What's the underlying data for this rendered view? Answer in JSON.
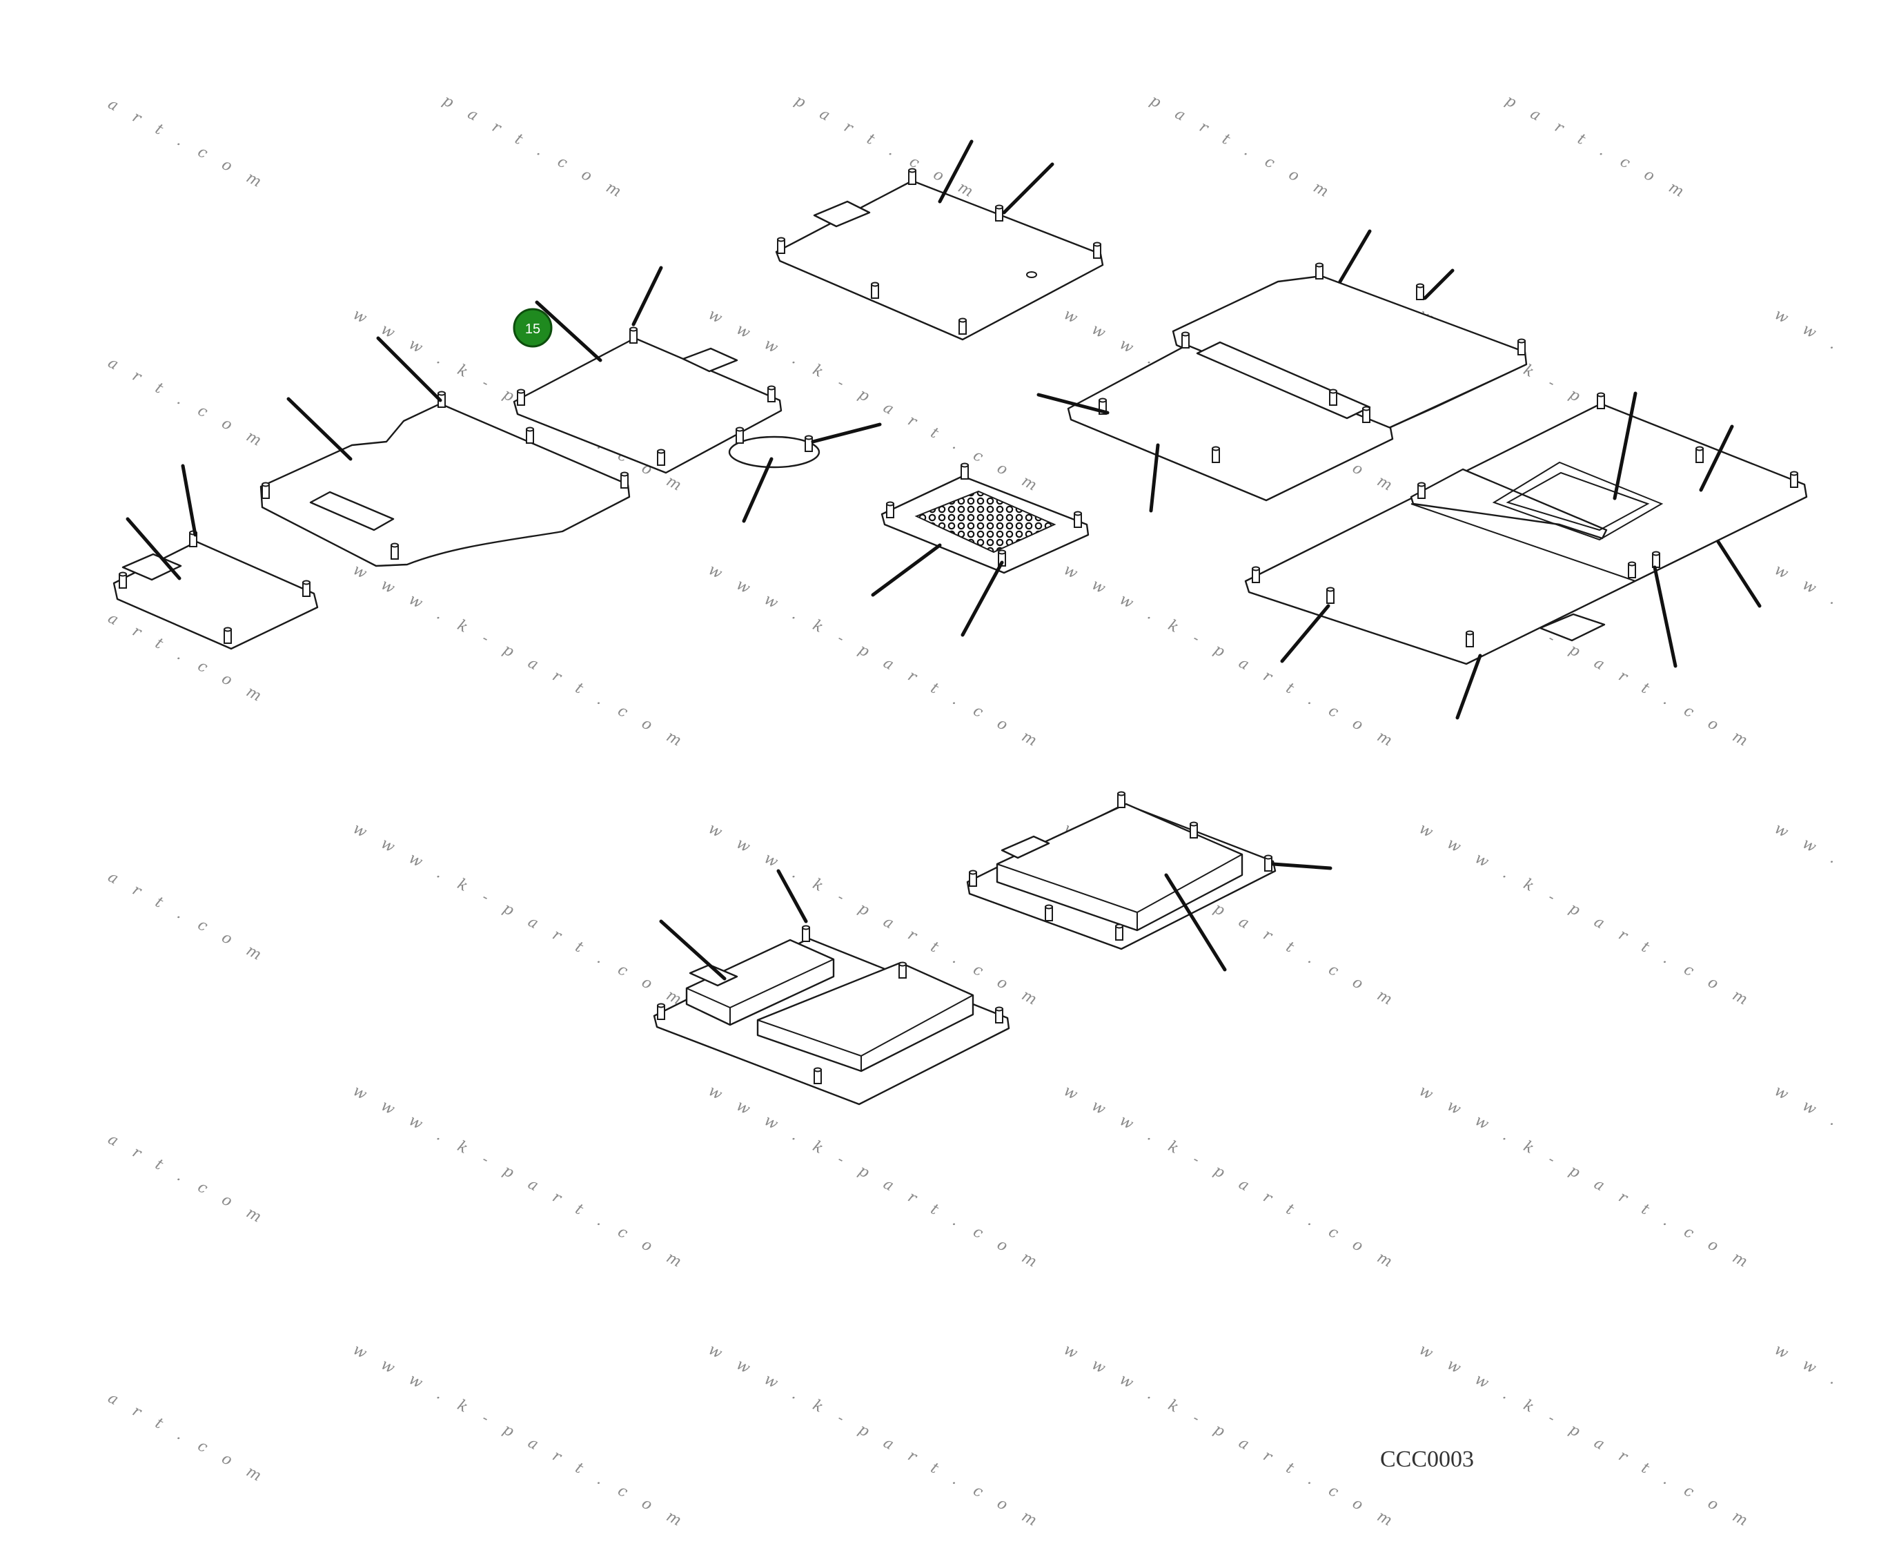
{
  "diagram": {
    "watermark_text_a": "w w w . k - p a r t . c o m",
    "watermark_text_b": "p a r t . c o m",
    "watermark_text_c": "a r t . c o m",
    "watermark_text_d": "w w .",
    "drawing_code": "CCC0003",
    "callouts": [
      {
        "number": "15",
        "color": "#1f8a1f"
      }
    ],
    "icons": [
      "exploded-parts-view"
    ]
  }
}
